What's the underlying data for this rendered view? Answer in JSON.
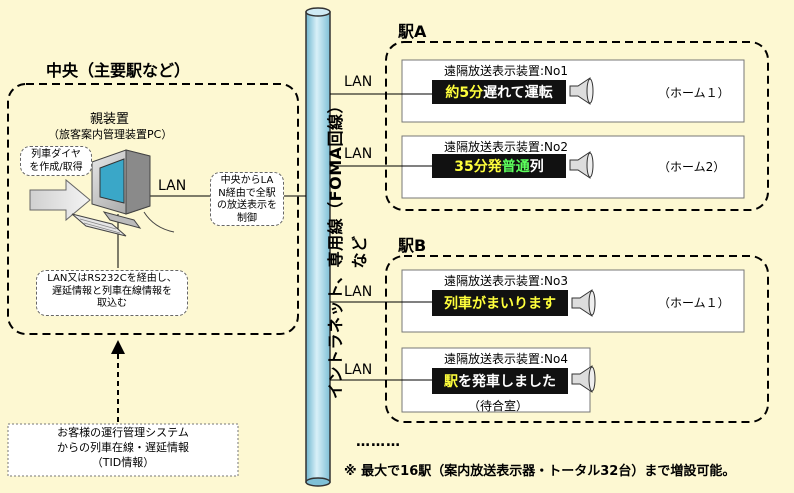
{
  "central": {
    "title": "中央（主要駅など）",
    "parent_title": "親装置",
    "parent_subtitle": "（旅客案内管理装置PC）",
    "lan_label": "LAN",
    "note_timetable": [
      "列車ダイヤ",
      "を作成/取得"
    ],
    "note_control": [
      "中央からLA",
      "N経由で全駅",
      "の放送表示を",
      "制御"
    ],
    "note_interface": [
      "LAN又はRS232Cを経由し、",
      "遅延情報と列車在線情報を",
      "取込む"
    ]
  },
  "customer_system": {
    "lines": [
      "お客様の運行管理システム",
      "からの列車在線・遅延情報",
      "（TID情報）"
    ]
  },
  "network": {
    "label": "イントラネット、専用線（FOMA回線）など"
  },
  "stations": [
    {
      "name": "駅A",
      "devices": [
        {
          "title": "遠隔放送表示装置:No1",
          "lan": "LAN",
          "location": "（ホーム１）",
          "display": [
            {
              "text": "約5分",
              "color": "yellow"
            },
            {
              "text": "遅れて運転",
              "color": "white"
            }
          ]
        },
        {
          "title": "遠隔放送表示装置:No2",
          "lan": "LAN",
          "location": "（ホーム2）",
          "display": [
            {
              "text": "35分発",
              "color": "yellow"
            },
            {
              "text": "普通",
              "color": "green"
            },
            {
              "text": "列",
              "color": "white"
            }
          ]
        }
      ]
    },
    {
      "name": "駅B",
      "devices": [
        {
          "title": "遠隔放送表示装置:No3",
          "lan": "LAN",
          "location": "（ホーム１）",
          "display": [
            {
              "text": "列車がまいります",
              "color": "yellow"
            }
          ]
        },
        {
          "title": "遠隔放送表示装置:No4",
          "lan": "LAN",
          "location": "（待合室）",
          "display": [
            {
              "text": "駅",
              "color": "yellow"
            },
            {
              "text": "を発車しました",
              "color": "white"
            }
          ]
        }
      ]
    }
  ],
  "footer": {
    "ellipsis": "………",
    "note": "※ 最大で16駅（案内放送表示器・トータル32台）まで増設可能。"
  },
  "colors": {
    "background": "#fdf8d2",
    "pipe_fill": "#a8d7e8",
    "screen_bg": "#111111"
  },
  "icons": {
    "speaker": "speaker-icon",
    "computer": "computer-icon",
    "arrow": "right-arrow-icon"
  }
}
